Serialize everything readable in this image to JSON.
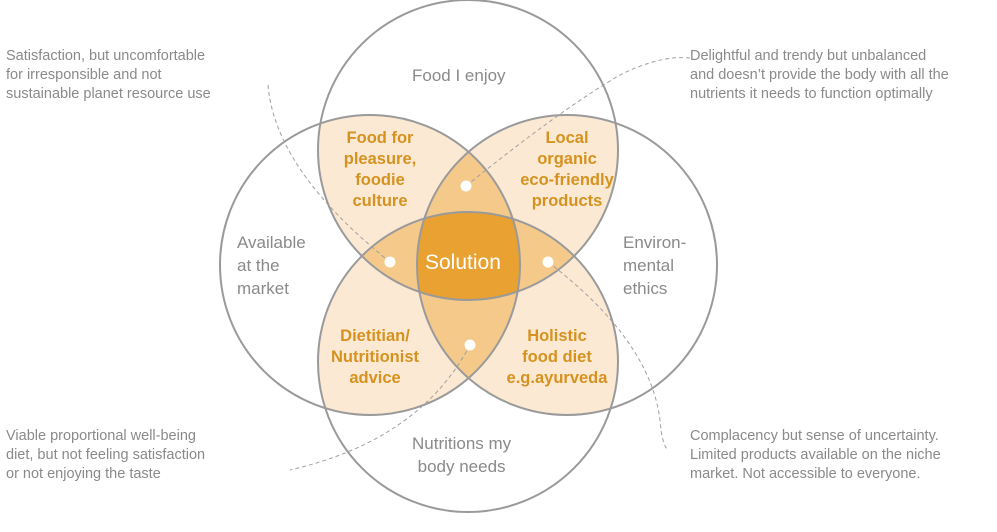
{
  "circles": {
    "top": "Food I enjoy",
    "left": "Available\nat the\nmarket",
    "right": "Environ-\nmental\nethics",
    "bottom": "Nutritions my\nbody needs"
  },
  "regions": {
    "top_left": "Food for\npleasure,\nfoodie\nculture",
    "top_right": "Local\norganic\neco-friendly\nproducts",
    "bottom_left": "Dietitian/\nNutritionist\nadvice",
    "bottom_right": "Holistic\nfood diet\ne.g.ayurveda",
    "center": "Solution"
  },
  "notes": {
    "top_left": "Satisfaction, but uncomfortable\nfor irresponsible and not\nsustainable planet resource use",
    "top_right": "Delightful and trendy but unbalanced\nand doesn’t provide the body with all the\nnutrients it needs to function optimally",
    "bottom_left": "Viable proportional well-being\ndiet, but not feeling satisfaction\nor not enjoying the taste",
    "bottom_right": "Complacency but sense of uncertainty.\nLimited products available on the niche\nmarket. Not accessible to everyone."
  },
  "colors": {
    "pair": "#fbe9d3",
    "triple": "#f5c98a",
    "center": "#e9a131",
    "stroke": "#9a9a9a",
    "accent_text": "#d6921f"
  }
}
